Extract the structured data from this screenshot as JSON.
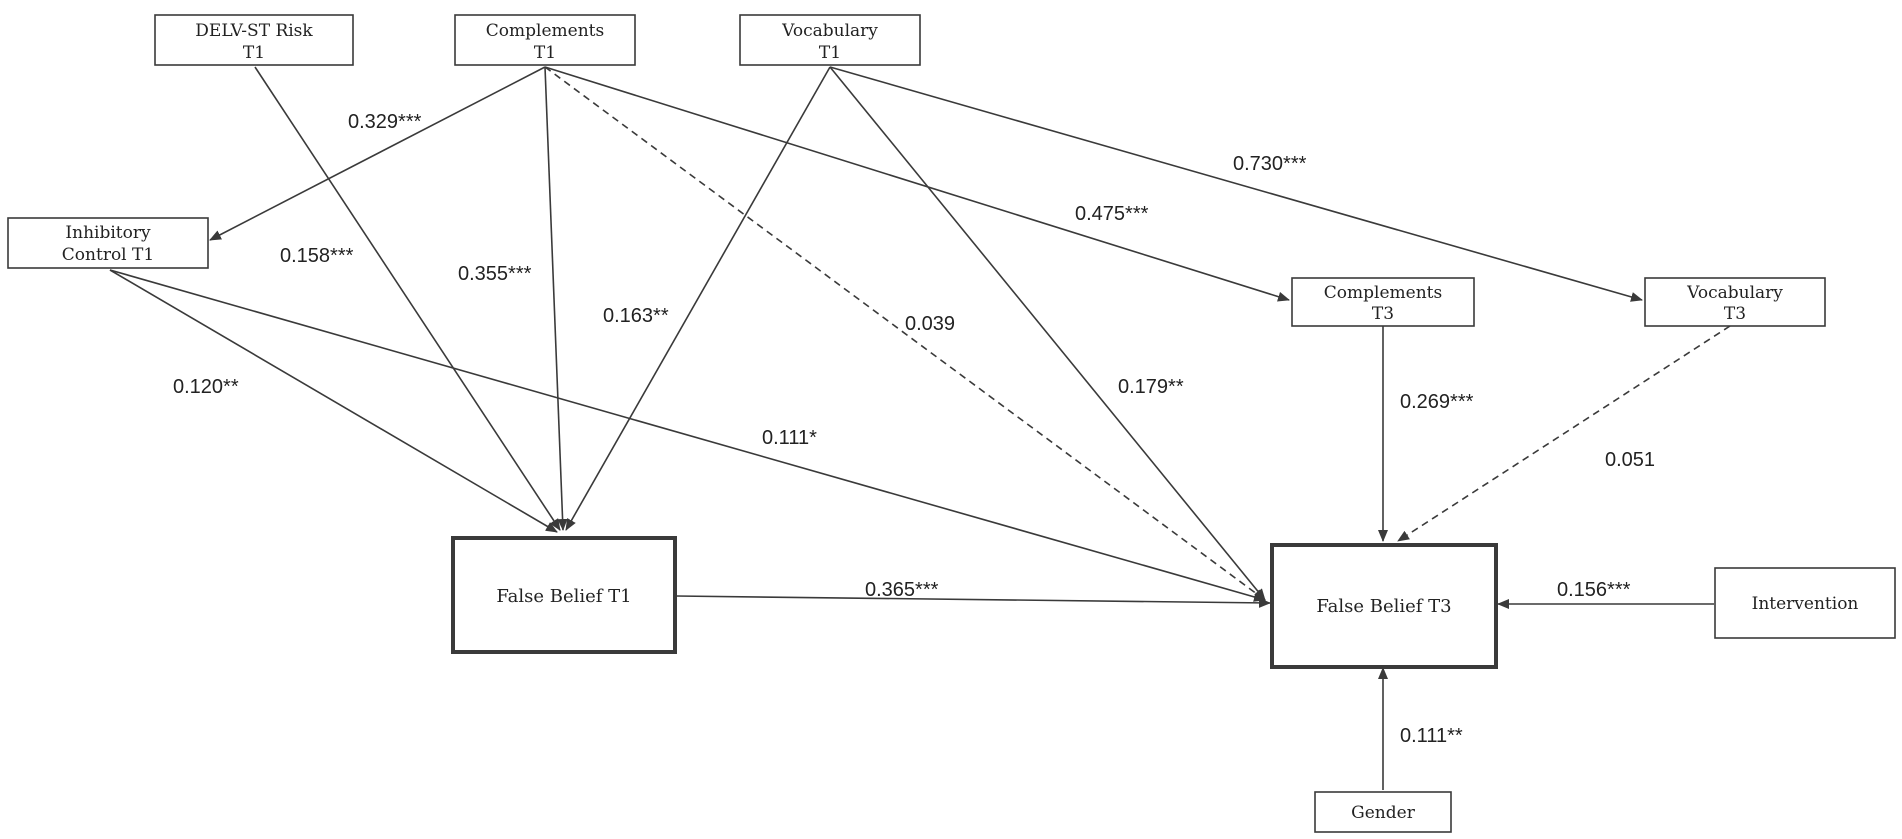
{
  "nodes": {
    "delv_risk": {
      "lines": [
        "DELV-ST Risk",
        "T1"
      ]
    },
    "complements_t1": {
      "lines": [
        "Complements",
        "T1"
      ]
    },
    "vocabulary_t1": {
      "lines": [
        "Vocabulary",
        "T1"
      ]
    },
    "inhibitory": {
      "lines": [
        "Inhibitory",
        "Control T1"
      ]
    },
    "complements_t3": {
      "lines": [
        "Complements",
        "T3"
      ]
    },
    "vocabulary_t3": {
      "lines": [
        "Vocabulary",
        "T3"
      ]
    },
    "false_belief_t1": {
      "lines": [
        "False Belief T1"
      ]
    },
    "false_belief_t3": {
      "lines": [
        "False Belief T3"
      ]
    },
    "intervention": {
      "lines": [
        "Intervention"
      ]
    },
    "gender": {
      "lines": [
        "Gender"
      ]
    }
  },
  "edges": {
    "comp1_inhib": "0.329***",
    "delv_fb1": "0.158***",
    "comp1_fb1": "0.355***",
    "voc1_fb1": "0.163**",
    "comp1_fb3": "0.039",
    "comp1_comp3": "0.475***",
    "voc1_voc3": "0.730***",
    "voc1_fb3": "0.179**",
    "inhib_fb1": "0.120**",
    "inhib_fb3": "0.111*",
    "comp3_fb3": "0.269***",
    "voc3_fb3": "0.051",
    "fb1_fb3": "0.365***",
    "interv_fb3": "0.156***",
    "gender_fb3": "0.111**"
  }
}
